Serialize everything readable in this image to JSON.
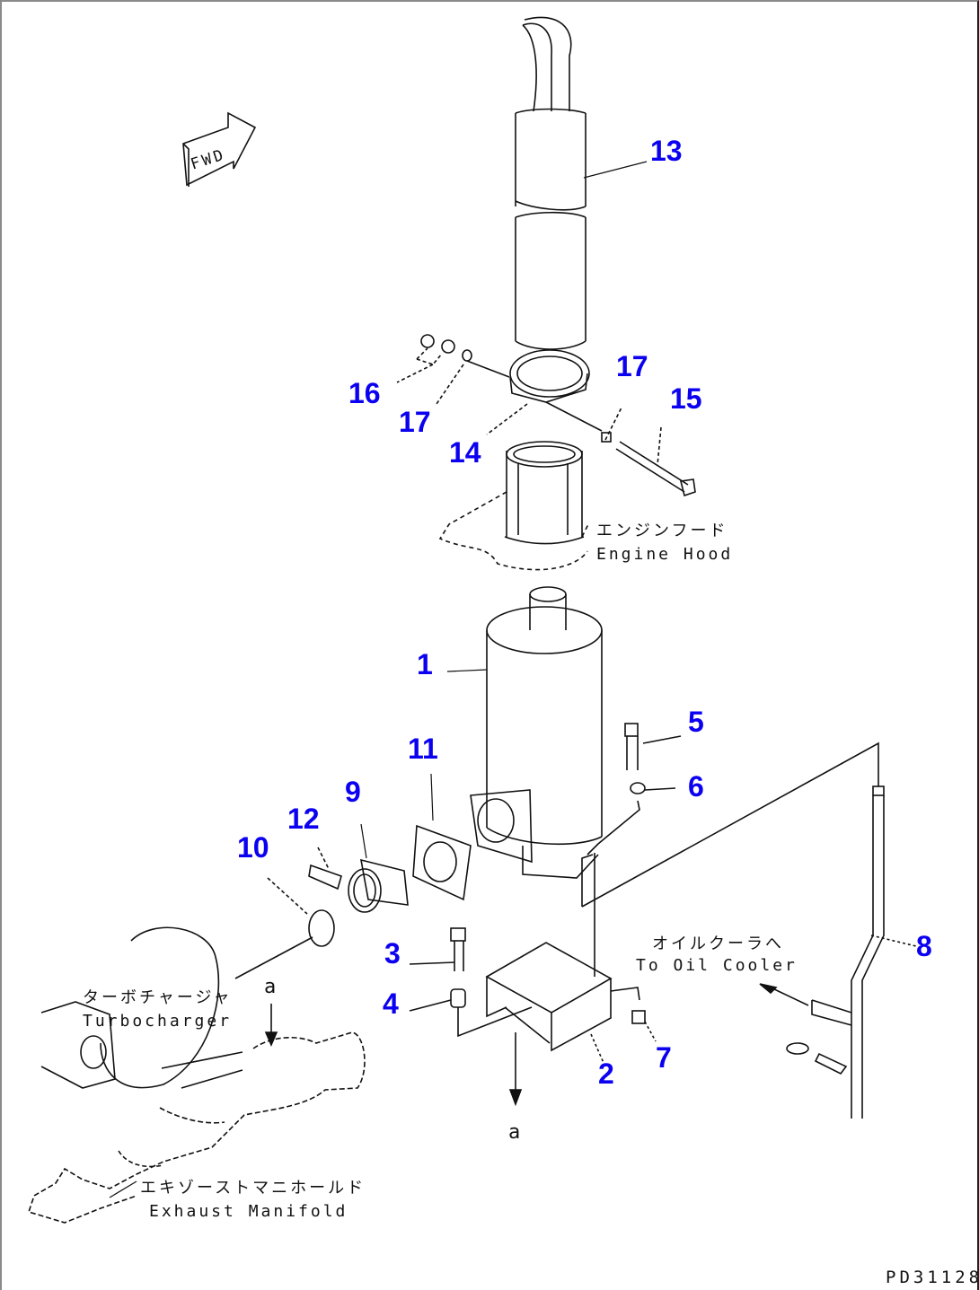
{
  "diagram": {
    "title_code": "PD31128",
    "label_color": "#0b00f0",
    "forward_arrow": {
      "icon": "fwd-arrow-icon",
      "text": "FWD"
    },
    "callouts": [
      {
        "id": "c13",
        "number": "13",
        "part": "exhaust-pipe"
      },
      {
        "id": "c16",
        "number": "16",
        "part": "nut"
      },
      {
        "id": "c17a",
        "number": "17",
        "part": "washer"
      },
      {
        "id": "c14",
        "number": "14",
        "part": "clamp"
      },
      {
        "id": "c17b",
        "number": "17",
        "part": "washer"
      },
      {
        "id": "c15",
        "number": "15",
        "part": "bolt"
      },
      {
        "id": "c1",
        "number": "1",
        "part": "muffler"
      },
      {
        "id": "c5",
        "number": "5",
        "part": "bolt"
      },
      {
        "id": "c6",
        "number": "6",
        "part": "washer"
      },
      {
        "id": "c11",
        "number": "11",
        "part": "gasket"
      },
      {
        "id": "c9",
        "number": "9",
        "part": "flange"
      },
      {
        "id": "c12",
        "number": "12",
        "part": "bolt"
      },
      {
        "id": "c10",
        "number": "10",
        "part": "seal-ring"
      },
      {
        "id": "c3",
        "number": "3",
        "part": "bolt"
      },
      {
        "id": "c4",
        "number": "4",
        "part": "spacer"
      },
      {
        "id": "c2",
        "number": "2",
        "part": "bracket"
      },
      {
        "id": "c7",
        "number": "7",
        "part": "nut"
      },
      {
        "id": "c8",
        "number": "8",
        "part": "drain-tube"
      }
    ],
    "annotations": {
      "engine_hood": {
        "jp": "エンジンフード",
        "en": "Engine Hood"
      },
      "oil_cooler": {
        "jp": "オイルクーラへ",
        "en": "To Oil Cooler"
      },
      "turbocharger": {
        "jp": "ターボチャージャ",
        "en": "Turbocharger"
      },
      "exhaust_manifold": {
        "jp": "エキゾーストマニホールド",
        "en": "Exhaust Manifold"
      },
      "ref_mark_top": "a",
      "ref_mark_bottom": "a"
    }
  }
}
